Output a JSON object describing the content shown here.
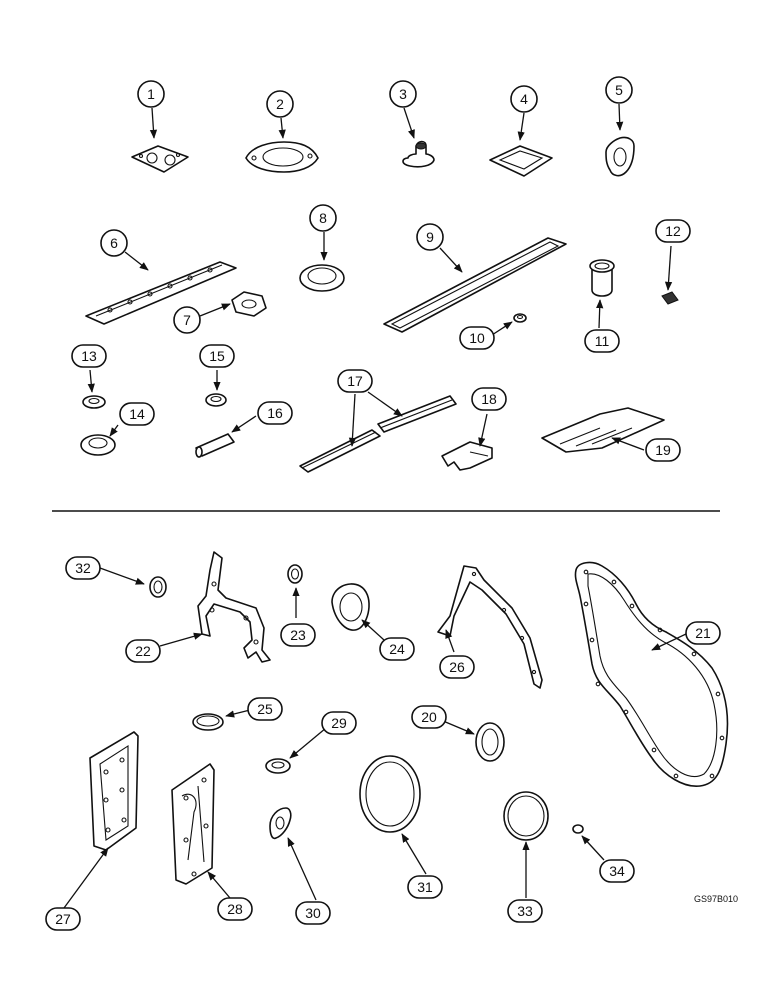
{
  "figure_code": "GS97B010",
  "callouts": [
    "1",
    "2",
    "3",
    "4",
    "5",
    "6",
    "7",
    "8",
    "9",
    "10",
    "11",
    "12",
    "13",
    "14",
    "15",
    "16",
    "17",
    "18",
    "19",
    "20",
    "21",
    "22",
    "23",
    "24",
    "25",
    "26",
    "27",
    "28",
    "29",
    "30",
    "31",
    "32",
    "33",
    "34"
  ]
}
